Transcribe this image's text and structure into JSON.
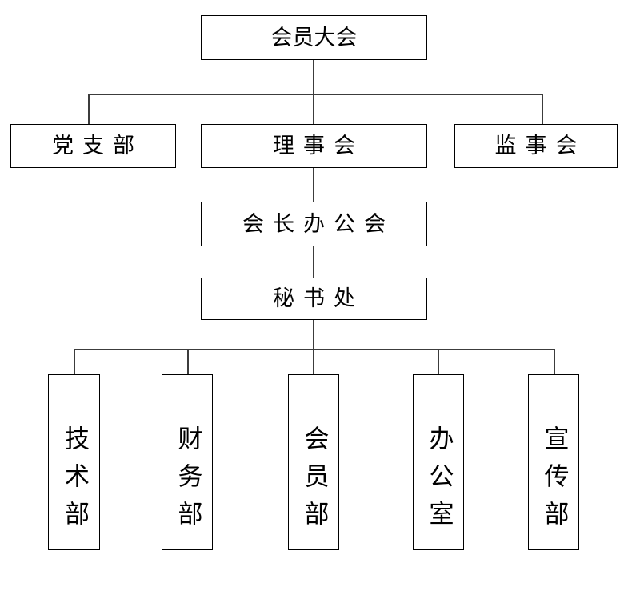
{
  "diagram": {
    "type": "organization-chart",
    "title": "",
    "colors": {
      "background": "#ffffff",
      "box_border": "#000000",
      "connector": "#3c3c3c",
      "text": "#000000"
    },
    "levels": [
      {
        "level": 1,
        "nodes": [
          {
            "id": "general-assembly",
            "label": "会员大会"
          }
        ]
      },
      {
        "level": 2,
        "nodes": [
          {
            "id": "party-branch",
            "label": "党支部"
          },
          {
            "id": "council",
            "label": "理事会"
          },
          {
            "id": "board-of-supervisors",
            "label": "监事会"
          }
        ]
      },
      {
        "level": 3,
        "nodes": [
          {
            "id": "presidents-office-meeting",
            "label": "会长办公会"
          }
        ]
      },
      {
        "level": 4,
        "nodes": [
          {
            "id": "secretariat",
            "label": "秘书处"
          }
        ]
      },
      {
        "level": 5,
        "nodes": [
          {
            "id": "technology-department",
            "label": "技术部"
          },
          {
            "id": "finance-department",
            "label": "财务部"
          },
          {
            "id": "membership-department",
            "label": "会员部"
          },
          {
            "id": "administrative-office",
            "label": "办公室"
          },
          {
            "id": "publicity-department",
            "label": "宣传部"
          }
        ]
      }
    ],
    "nodes": {
      "general_assembly": "会员大会",
      "party_branch": "党支部",
      "council": "理事会",
      "board_of_supervisors": "监事会",
      "presidents_office_meeting": "会长办公会",
      "secretariat": "秘书处",
      "technology_department": "技术部",
      "finance_department": "财务部",
      "membership_department": "会员部",
      "administrative_office": "办公室",
      "publicity_department": "宣传部"
    },
    "edges": [
      {
        "from": "会员大会",
        "to": "党支部"
      },
      {
        "from": "会员大会",
        "to": "理事会"
      },
      {
        "from": "会员大会",
        "to": "监事会"
      },
      {
        "from": "理事会",
        "to": "会长办公会"
      },
      {
        "from": "会长办公会",
        "to": "秘书处"
      },
      {
        "from": "秘书处",
        "to": "技术部"
      },
      {
        "from": "秘书处",
        "to": "财务部"
      },
      {
        "from": "秘书处",
        "to": "会员部"
      },
      {
        "from": "秘书处",
        "to": "办公室"
      },
      {
        "from": "秘书处",
        "to": "宣传部"
      }
    ]
  }
}
